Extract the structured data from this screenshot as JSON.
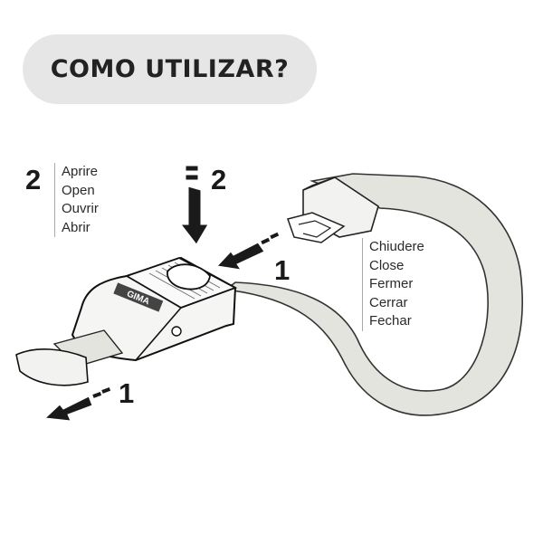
{
  "header": {
    "title": "COMO UTILIZAR?"
  },
  "open_instructions": {
    "step": "2",
    "labels": [
      "Aprire",
      "Open",
      "Ouvrir",
      "Abrir"
    ]
  },
  "close_instructions": {
    "labels": [
      "Chiudere",
      "Close",
      "Fermer",
      "Cerrar",
      "Fechar"
    ]
  },
  "diagram": {
    "brand": "GIMA",
    "step_press": "2",
    "step_insert": "1",
    "step_pull": "1"
  }
}
